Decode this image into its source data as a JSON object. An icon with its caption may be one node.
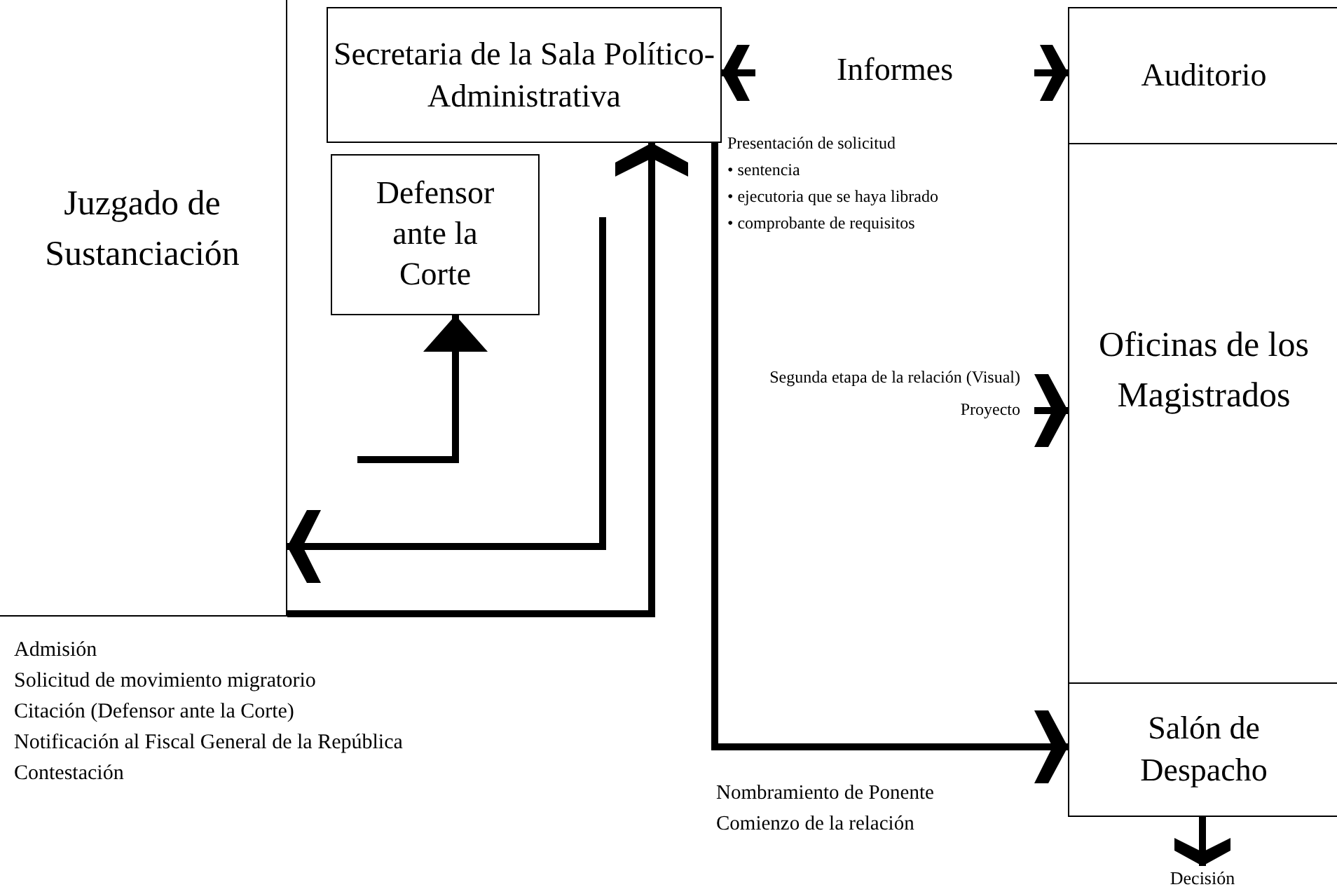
{
  "diagram": {
    "nodes": [
      {
        "text": [
          "Juzgado de Sustanciación"
        ]
      },
      {
        "text": [
          "Secretaria de la Sala Político-Administrativa"
        ]
      },
      {
        "text": [
          "Auditorio"
        ]
      },
      {
        "text": [
          "Oficinas de los Magistrados"
        ]
      },
      {
        "text": [
          "Salón de Despacho"
        ]
      },
      {
        "text": [
          "Defensor ante la Corte"
        ]
      },
      {
        "text": [
          "Decisión"
        ]
      }
    ],
    "edges": [
      {
        "from": 0,
        "to": 1,
        "arrow": "to"
      },
      {
        "from": null,
        "to": 5,
        "arrow": "to"
      },
      {
        "from": null,
        "to": 0,
        "arrow": "to"
      },
      {
        "from": 1,
        "to": 2,
        "arrow": "both",
        "label": "Informes"
      },
      {
        "from": 1,
        "to": 4,
        "arrow": "to"
      },
      {
        "from": null,
        "to": 3,
        "arrow": "to"
      },
      {
        "from": 4,
        "to": 6,
        "arrow": "to"
      }
    ],
    "labels": [
      "Admisión",
      "Solicitud de movimiento migratorio",
      "Citación (Defensor ante la Corte)",
      "Notificación al Fiscal General de la República",
      "Contestación",
      "Presentación de solicitud",
      "• sentencia",
      "• ejecutoria que se haya librado",
      "• comprobante de requisitos",
      "Segunda etapa de la relación (Visual)",
      "Proyecto",
      "Nombramiento de Ponente",
      "Comienzo de la relación"
    ]
  }
}
